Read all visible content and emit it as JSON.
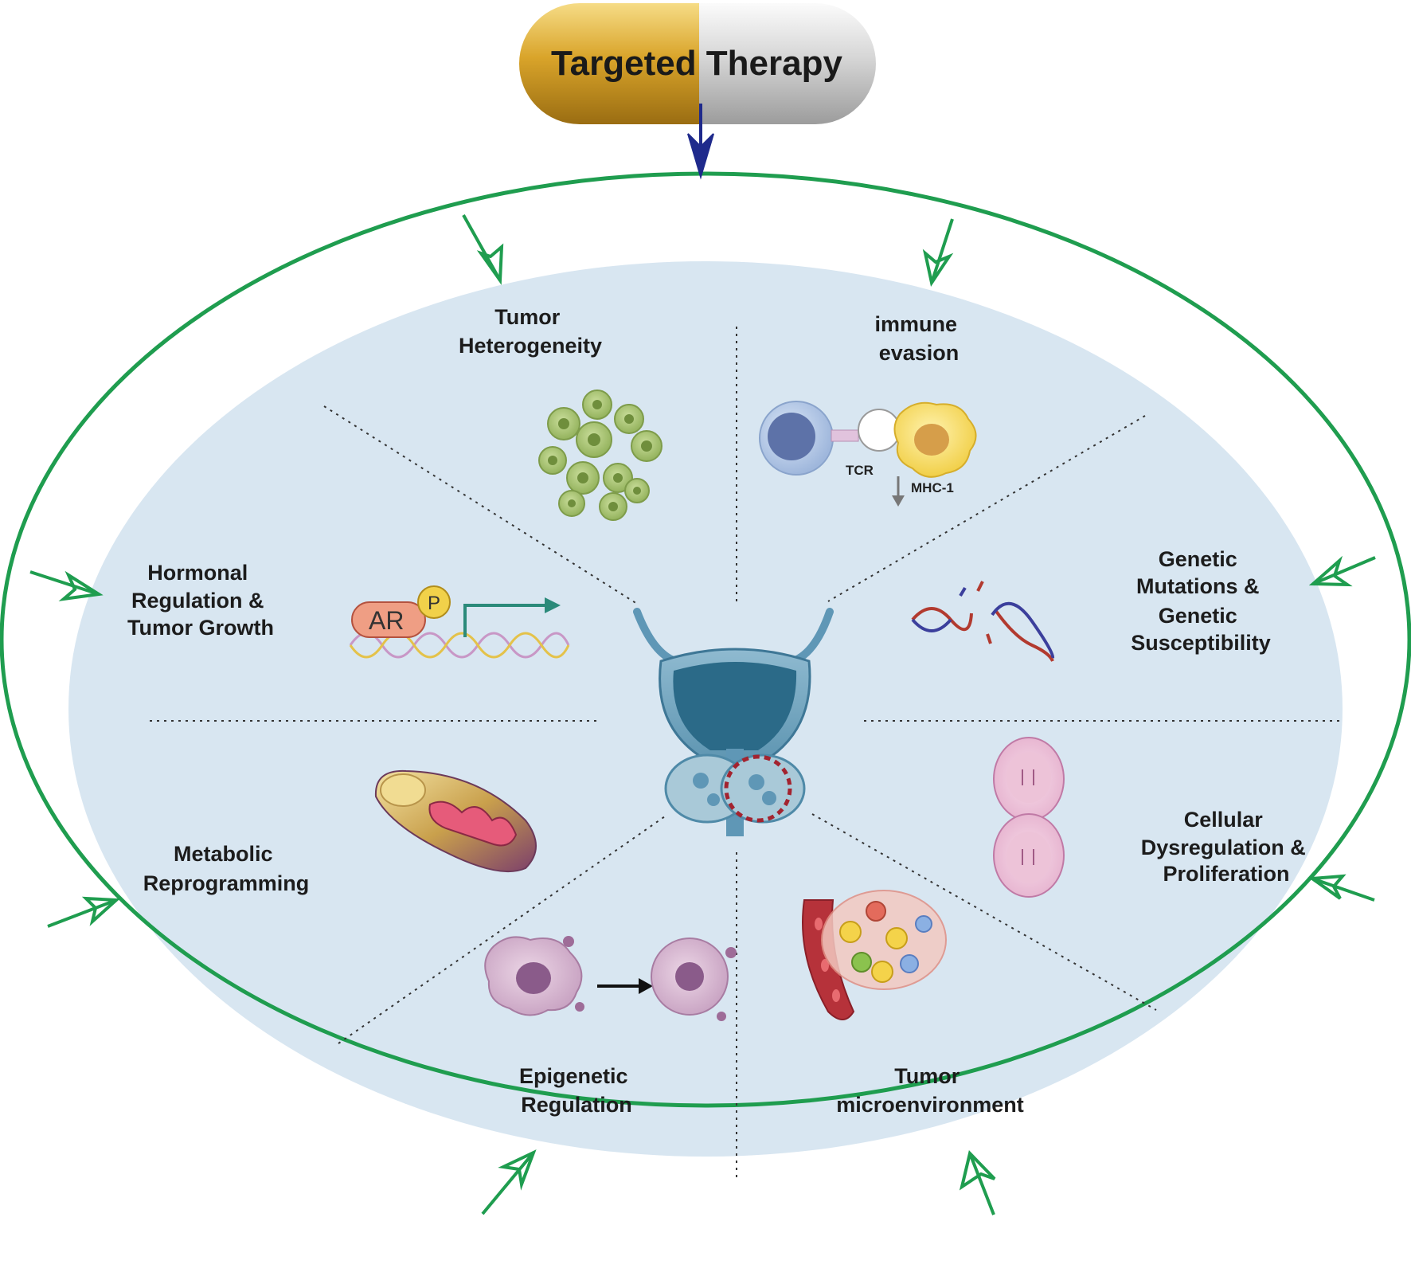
{
  "title": "Targeted Therapy",
  "colors": {
    "ring": "#1f9d4f",
    "inner_fill": "#d8e6f1",
    "pill_gold": "#d9a42a",
    "pill_silver": "#d4d4d4",
    "arrow_blue": "#1f2a8c",
    "separator": "#333333"
  },
  "sectors": {
    "tumor_heterogeneity": [
      "Tumor",
      "Heterogeneity"
    ],
    "immune_evasion": [
      "immune",
      "evasion"
    ],
    "genetic": [
      "Genetic",
      "Mutations &",
      "Genetic",
      "Susceptibility"
    ],
    "cellular": [
      "Cellular",
      "Dysregulation &",
      "Proliferation"
    ],
    "microenvironment": [
      "Tumor",
      "microenvironment"
    ],
    "epigenetic": [
      "Epigenetic",
      "Regulation"
    ],
    "metabolic": [
      "Metabolic",
      "Reprogramming"
    ],
    "hormonal": [
      "Hormonal",
      "Regulation &",
      "Tumor Growth"
    ]
  },
  "icons": {
    "immune": {
      "tcr_label": "TCR",
      "mhc_label": "MHC-1"
    },
    "hormonal": {
      "ar_label": "AR",
      "p_label": "P"
    }
  }
}
